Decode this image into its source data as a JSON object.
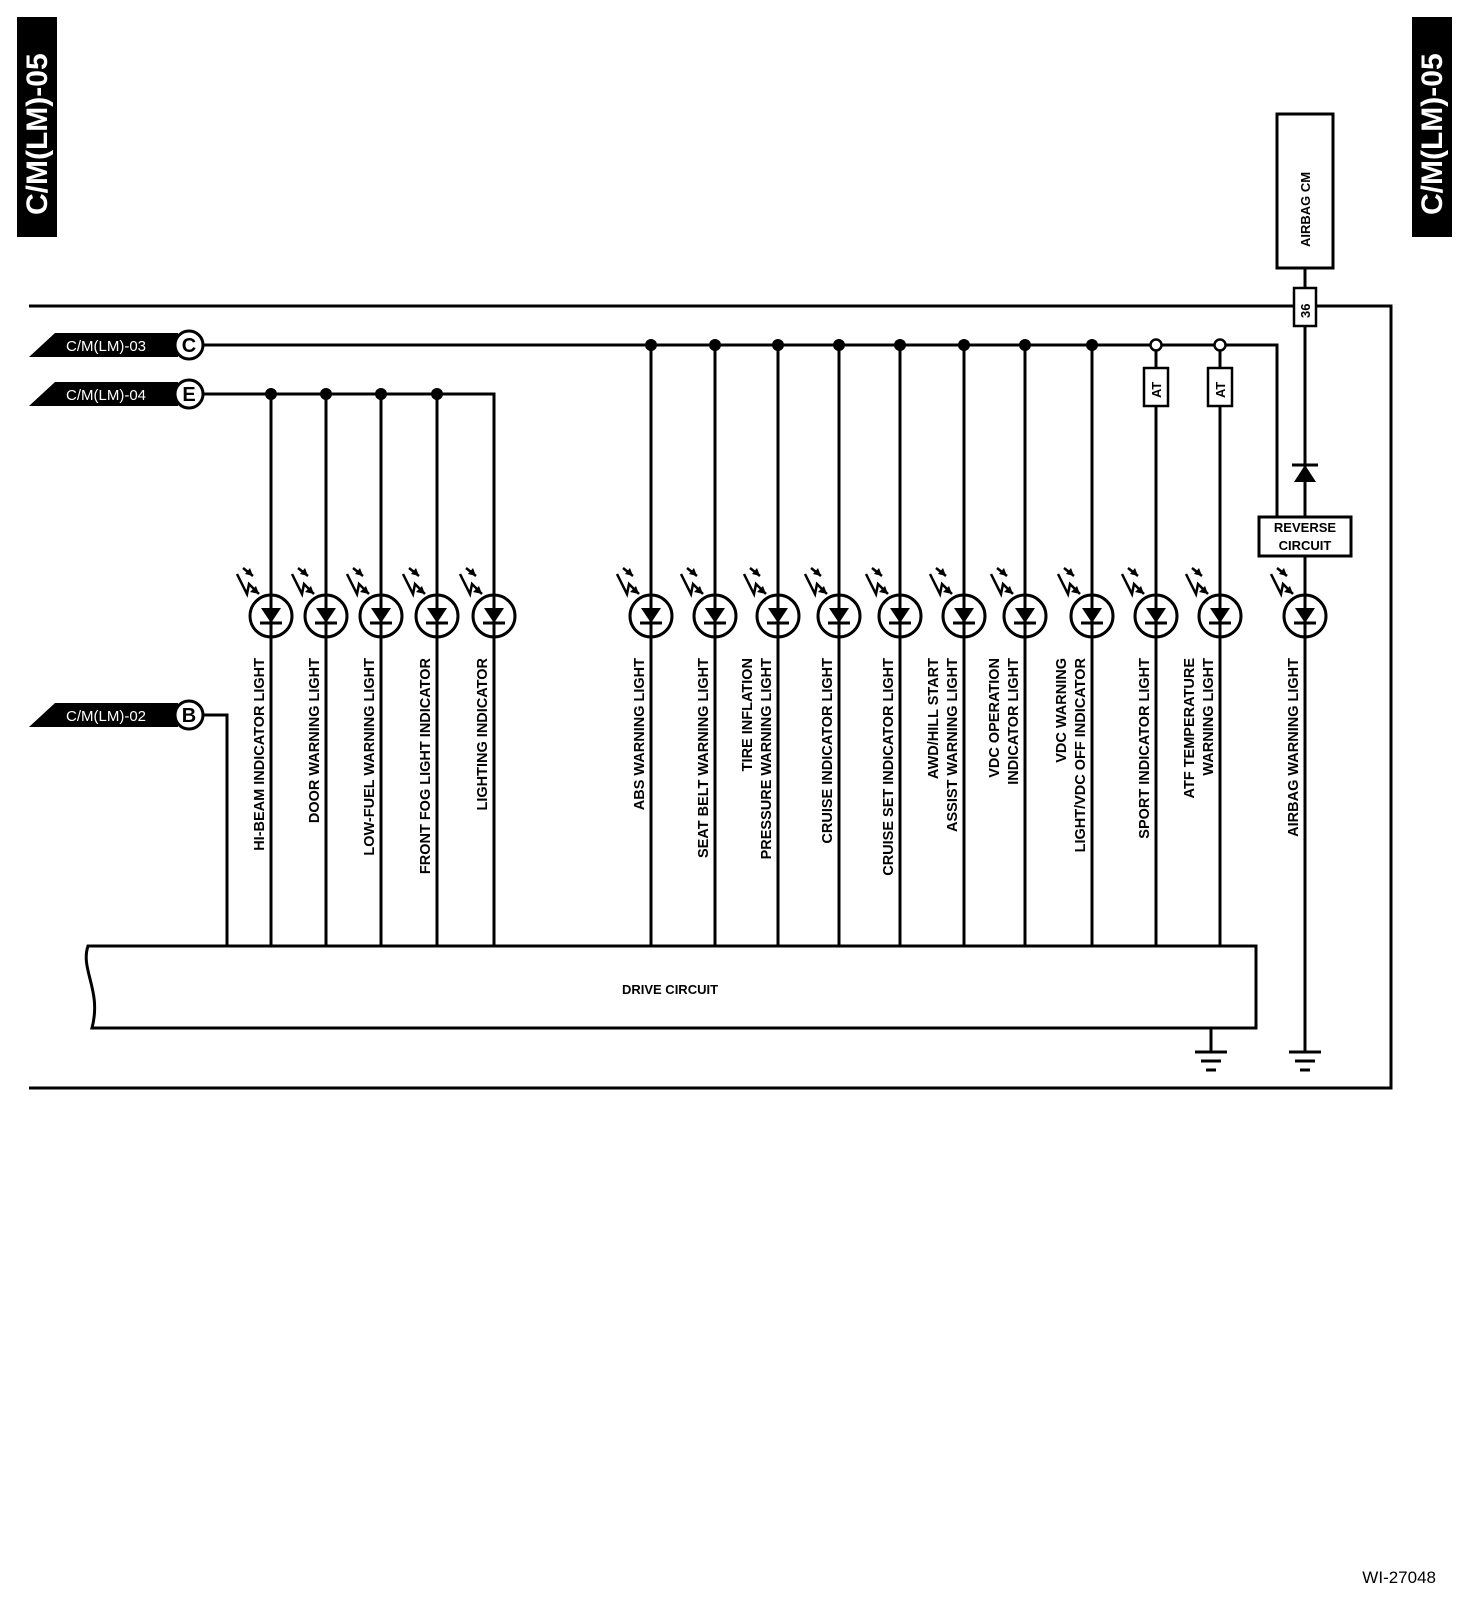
{
  "page_tabs": {
    "left": "C/M(LM)-05",
    "right": "C/M(LM)-05"
  },
  "connectors": [
    {
      "id": "c03",
      "label": "C/M(LM)-03",
      "letter": "C"
    },
    {
      "id": "c04",
      "label": "C/M(LM)-04",
      "letter": "E"
    },
    {
      "id": "c02",
      "label": "C/M(LM)-02",
      "letter": "B"
    }
  ],
  "airbag_cm": {
    "label": "AIRBAG CM",
    "terminal": "36"
  },
  "reverse_circuit": {
    "line1": "REVERSE",
    "line2": "CIRCUIT"
  },
  "drive_circuit": {
    "label": "DRIVE CIRCUIT"
  },
  "lights": [
    {
      "label_lines": [
        "HI-BEAM INDICATOR LIGHT"
      ]
    },
    {
      "label_lines": [
        "DOOR WARNING LIGHT"
      ]
    },
    {
      "label_lines": [
        "LOW-FUEL WARNING LIGHT"
      ]
    },
    {
      "label_lines": [
        "FRONT FOG LIGHT INDICATOR"
      ]
    },
    {
      "label_lines": [
        "LIGHTING INDICATOR"
      ]
    },
    {
      "label_lines": [
        "ABS WARNING LIGHT"
      ]
    },
    {
      "label_lines": [
        "SEAT BELT WARNING LIGHT"
      ]
    },
    {
      "label_lines": [
        "TIRE INFLATION",
        "PRESSURE WARNING LIGHT"
      ]
    },
    {
      "label_lines": [
        "CRUISE INDICATOR LIGHT"
      ]
    },
    {
      "label_lines": [
        "CRUISE SET INDICATOR LIGHT"
      ]
    },
    {
      "label_lines": [
        "AWD/HILL START",
        "ASSIST WARNING LIGHT"
      ]
    },
    {
      "label_lines": [
        "VDC OPERATION",
        "INDICATOR LIGHT"
      ]
    },
    {
      "label_lines": [
        "VDC WARNING",
        "LIGHT/VDC OFF INDICATOR"
      ]
    },
    {
      "label_lines": [
        "SPORT INDICATOR LIGHT"
      ],
      "option": "AT"
    },
    {
      "label_lines": [
        "ATF TEMPERATURE",
        "WARNING LIGHT"
      ],
      "option": "AT"
    },
    {
      "label_lines": [
        "AIRBAG WARNING LIGHT"
      ]
    }
  ],
  "figure_ref": "WI-27048"
}
